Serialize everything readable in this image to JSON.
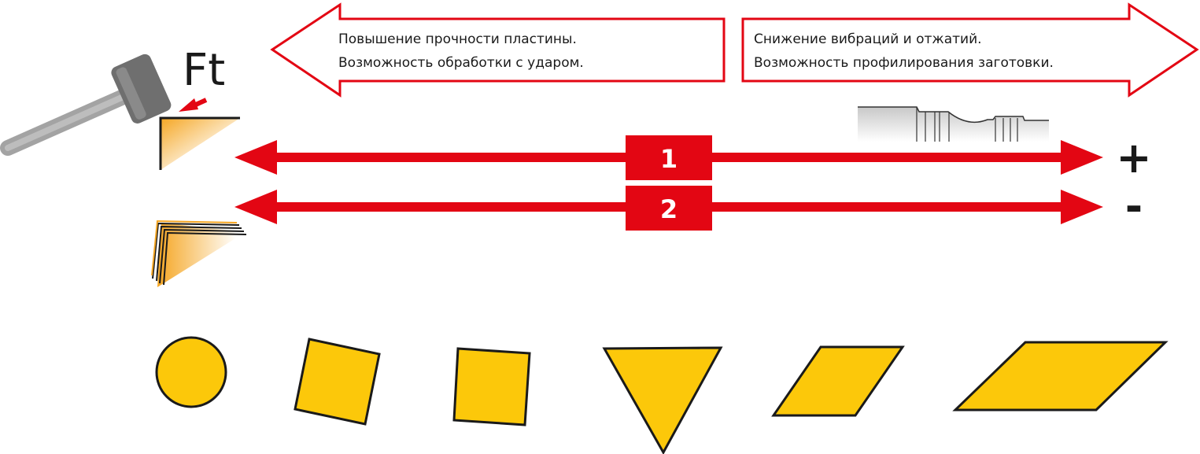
{
  "force_label": "Ft",
  "left_banner": {
    "line1": "Повышение прочности пластины.",
    "line2": "Возможность обработки с ударом."
  },
  "right_banner": {
    "line1": "Снижение вибраций и отжатий.",
    "line2": "Возможность профилирования заготовки."
  },
  "scale_1": {
    "label": "1",
    "end_sign": "+"
  },
  "scale_2": {
    "label": "2",
    "end_sign": "-"
  },
  "colors": {
    "accent_red": "#e30613",
    "insert_yellow": "#fcc80a",
    "gradient_orange": "#f5a623",
    "hammer_gray": "#9b9b9b",
    "hammer_dark": "#6f6f6f"
  },
  "icons": {
    "hammer": "hammer-icon",
    "sharp_corner": "sharp-corner-insert-icon",
    "rounded_corner": "rounded-corner-insert-icon",
    "workpiece_profile": "turned-profile-icon"
  },
  "insert_shapes": [
    "round",
    "square-rotated",
    "square",
    "triangle",
    "rhombus-55",
    "rhombus-35"
  ]
}
